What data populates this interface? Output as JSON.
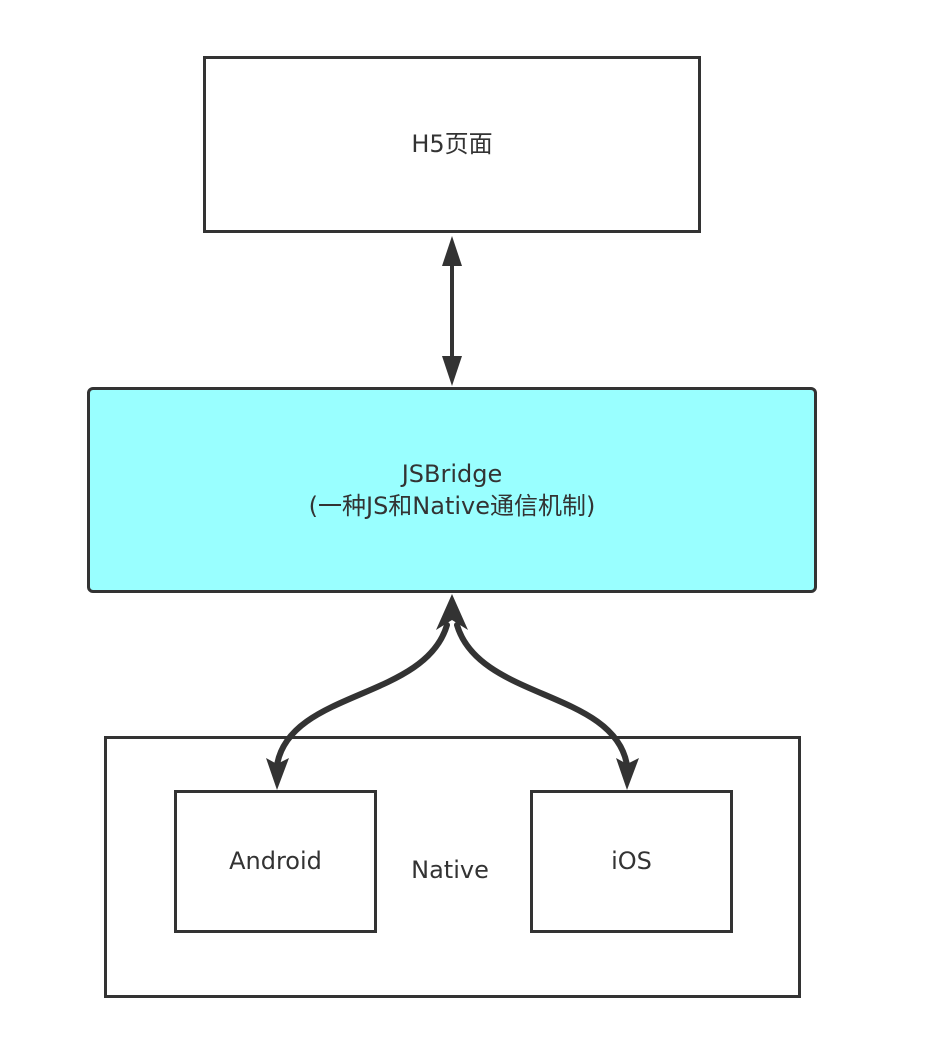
{
  "colors": {
    "stroke": "#333333",
    "bridge_fill": "#99ffff",
    "text": "#333333"
  },
  "nodes": {
    "h5": {
      "label": "H5页面"
    },
    "bridge": {
      "title": "JSBridge",
      "subtitle": "(一种JS和Native通信机制)"
    },
    "native": {
      "label": "Native"
    },
    "android": {
      "label": "Android"
    },
    "ios": {
      "label": "iOS"
    }
  }
}
